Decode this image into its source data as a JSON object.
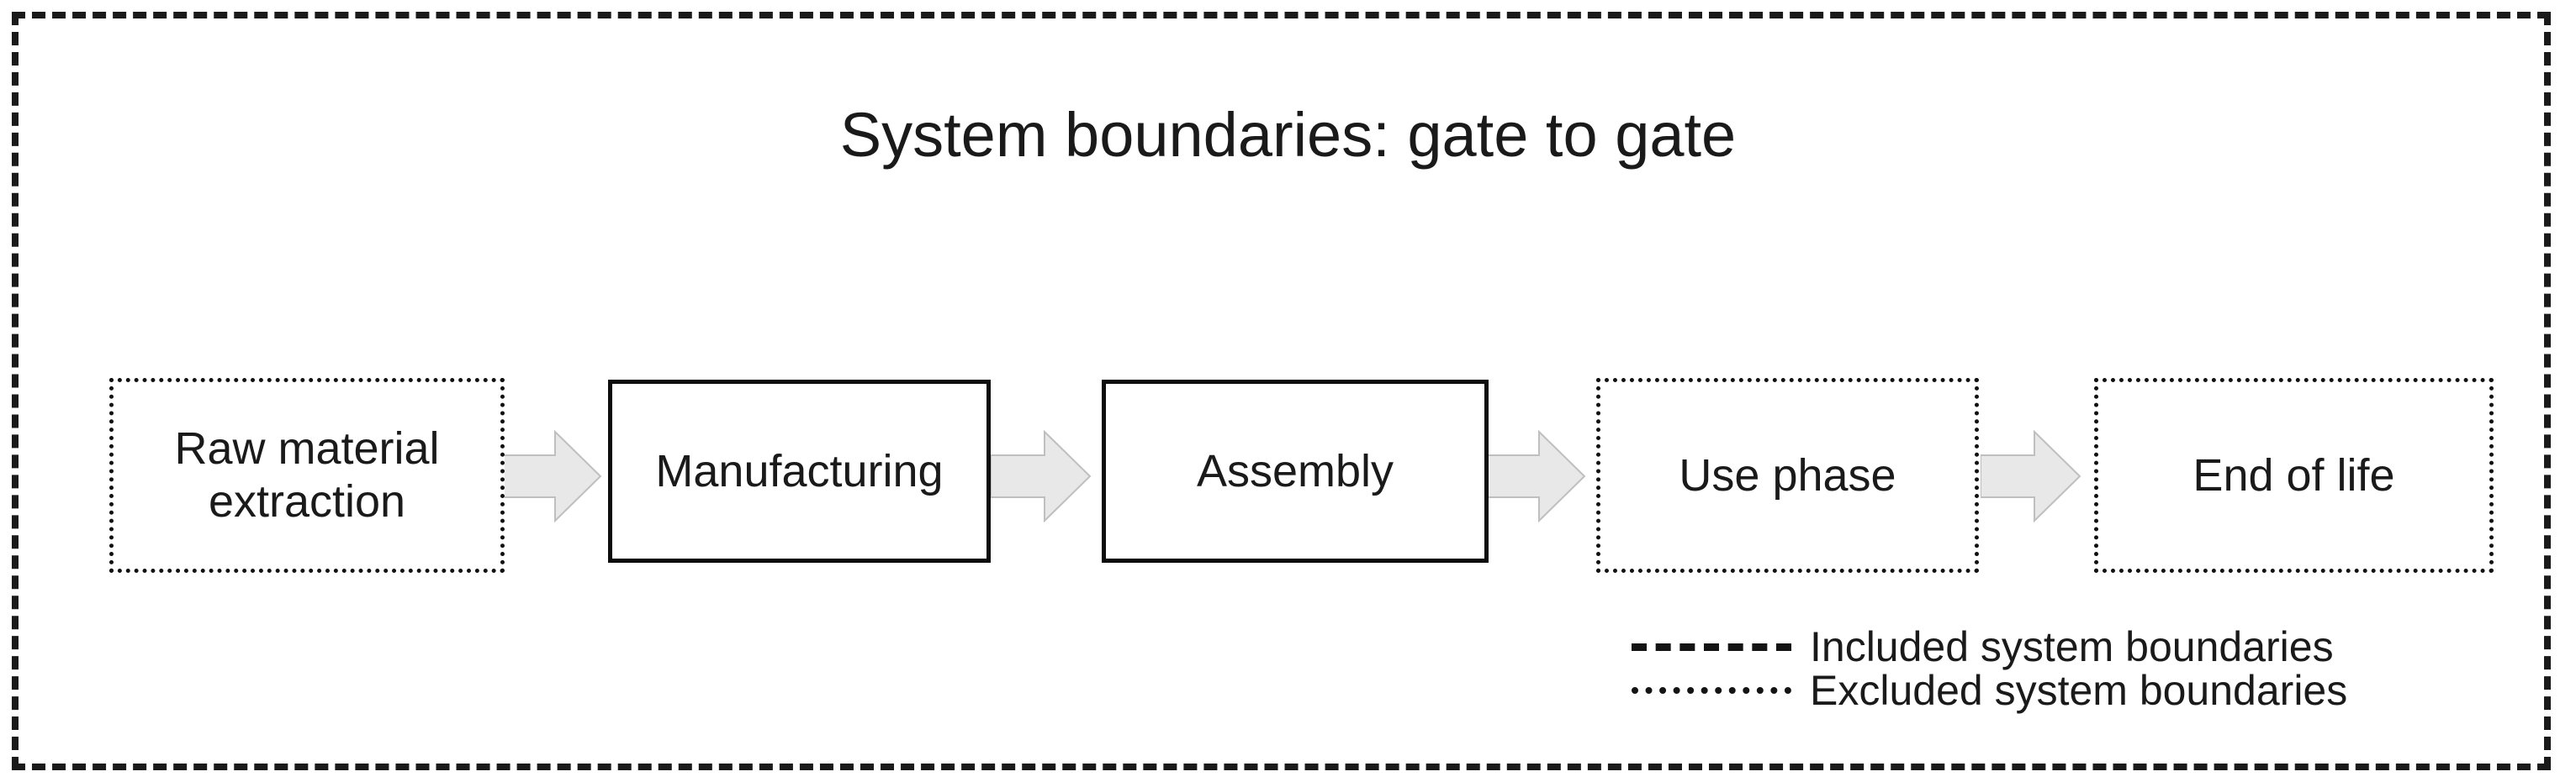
{
  "diagram": {
    "title": "System boundaries: gate to gate",
    "frame_name": "system-boundary-frame",
    "colors": {
      "line": "#1a1a1a",
      "box_border_included": "#0d0d0d",
      "box_border_excluded": "#111111",
      "arrow_fill": "#e8e8e8",
      "arrow_stroke": "#b9b9b9",
      "background": "#ffffff"
    },
    "stages": [
      {
        "id": "raw-material-extraction",
        "label": "Raw material\nextraction",
        "label_line_1": "Raw material",
        "label_line_2": "extraction",
        "boundary": "excluded",
        "border_style": "dotted"
      },
      {
        "id": "manufacturing",
        "label": "Manufacturing",
        "label_line_1": "Manufacturing",
        "label_line_2": "",
        "boundary": "included",
        "border_style": "solid"
      },
      {
        "id": "assembly",
        "label": "Assembly",
        "label_line_1": "Assembly",
        "label_line_2": "",
        "boundary": "included",
        "border_style": "solid"
      },
      {
        "id": "use-phase",
        "label": "Use phase",
        "label_line_1": "Use phase",
        "label_line_2": "",
        "boundary": "excluded",
        "border_style": "dotted"
      },
      {
        "id": "end-of-life",
        "label": "End of life",
        "label_line_1": "End of life",
        "label_line_2": "",
        "boundary": "excluded",
        "border_style": "dotted"
      }
    ],
    "arrows": [
      {
        "id": "arrow-raw-to-manufacturing",
        "from": "raw-material-extraction",
        "to": "manufacturing"
      },
      {
        "id": "arrow-manufacturing-to-assembly",
        "from": "manufacturing",
        "to": "assembly"
      },
      {
        "id": "arrow-assembly-to-use-phase",
        "from": "assembly",
        "to": "use-phase"
      },
      {
        "id": "arrow-use-phase-to-end-of-life",
        "from": "use-phase",
        "to": "end-of-life"
      }
    ],
    "legend": {
      "items": [
        {
          "style": "dashed",
          "label": "Included system boundaries"
        },
        {
          "style": "dotted",
          "label": "Excluded system boundaries"
        }
      ]
    }
  }
}
